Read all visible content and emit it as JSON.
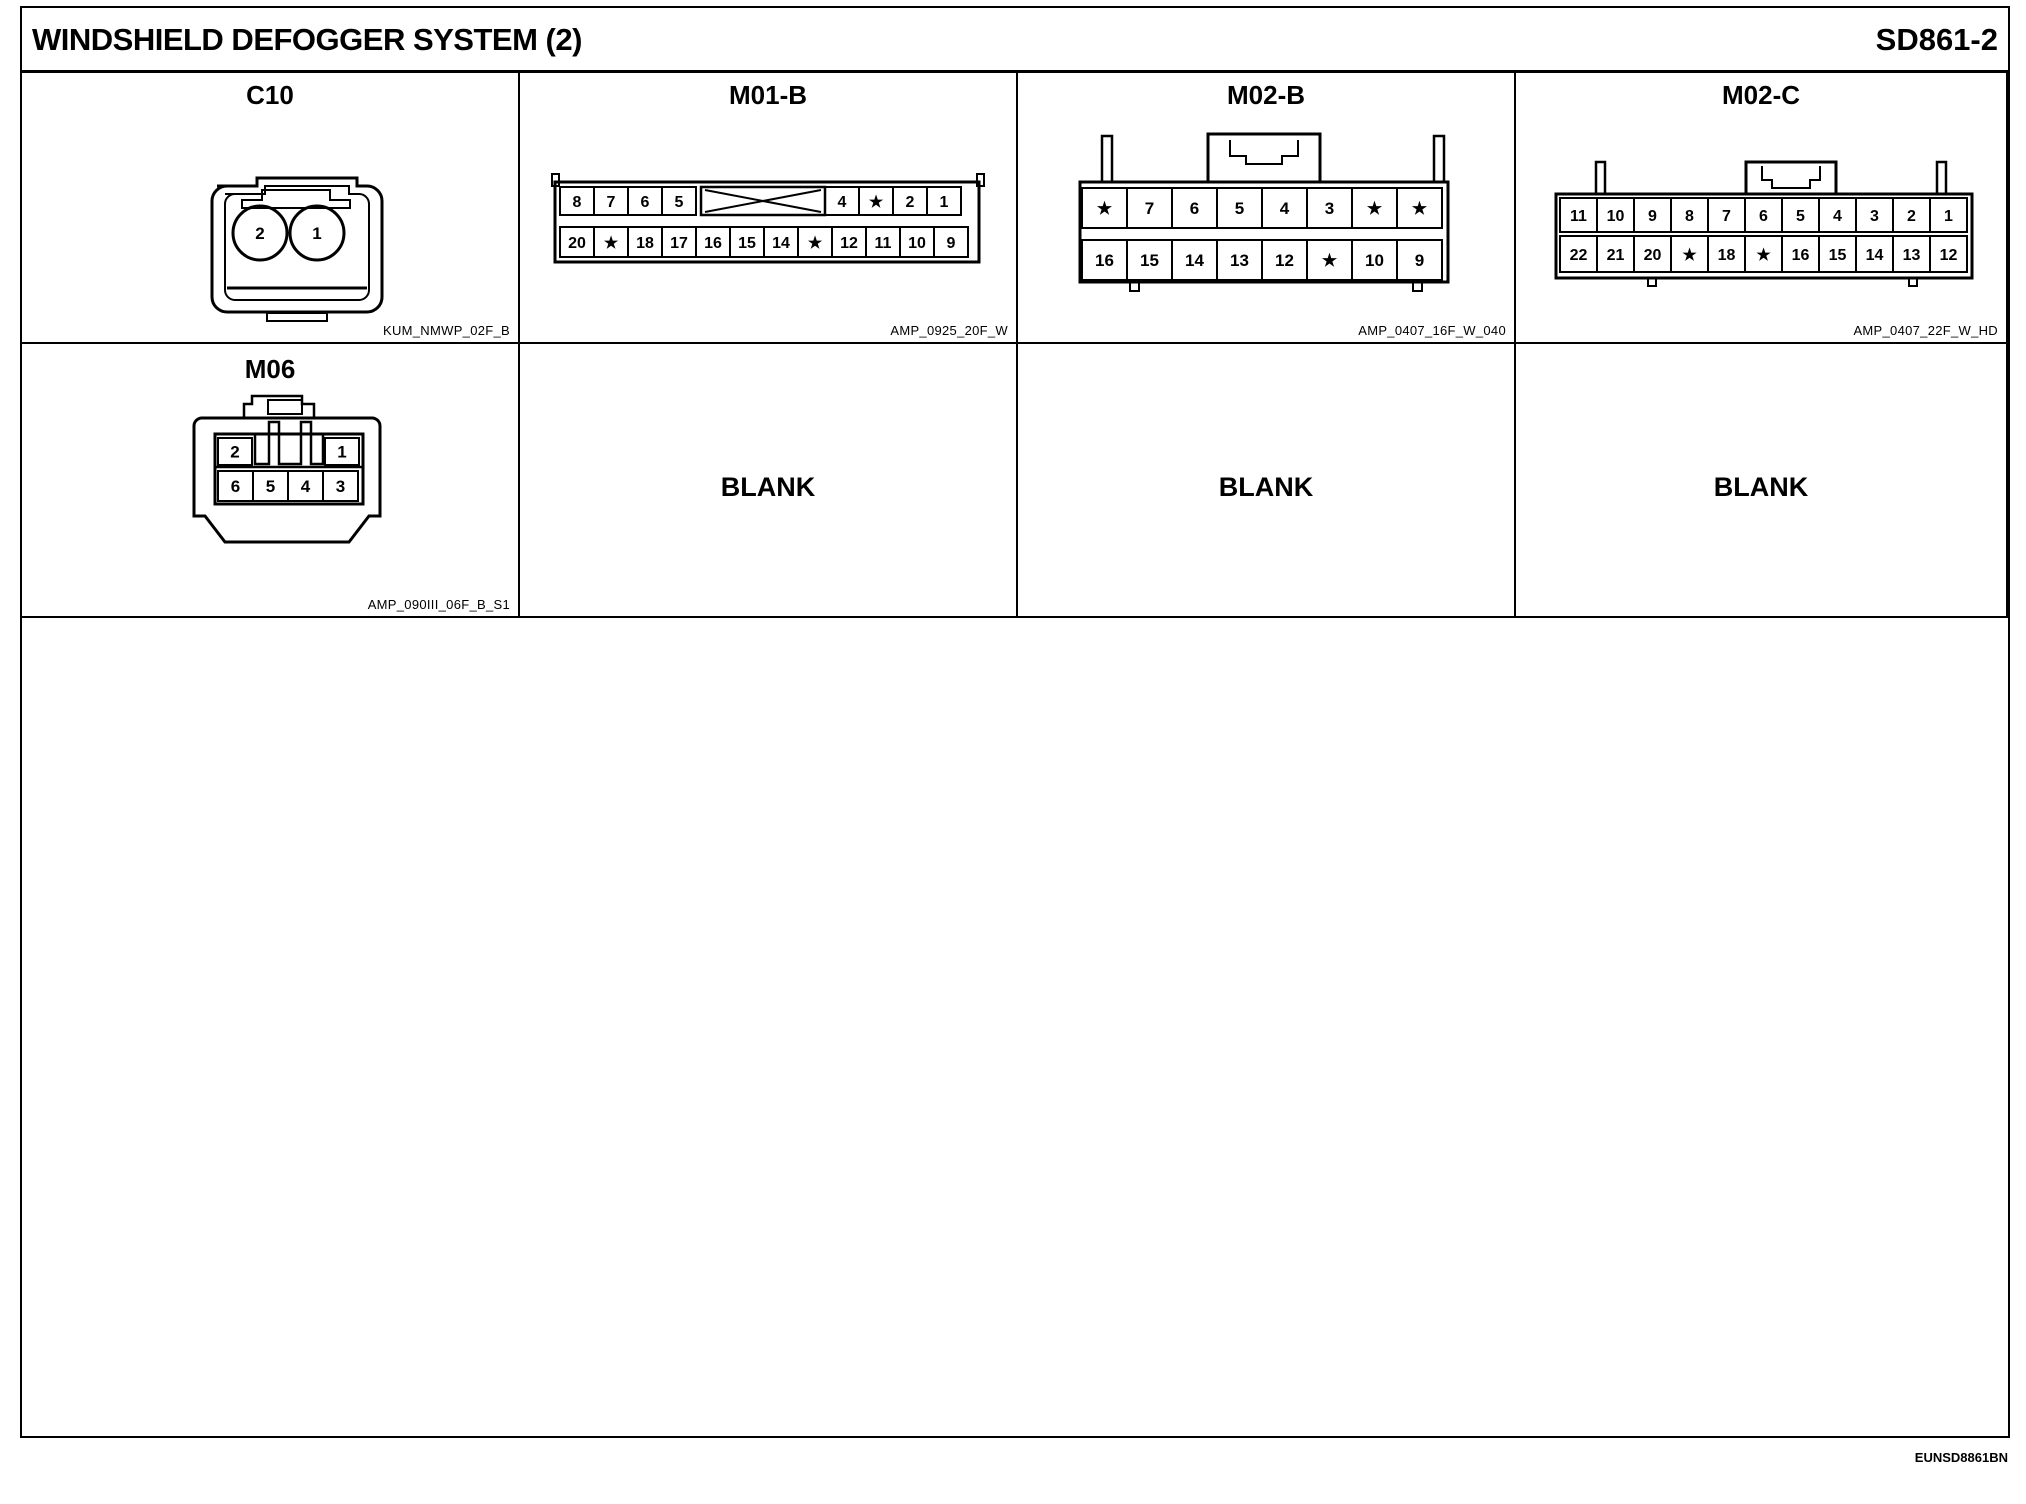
{
  "header": {
    "title": "WINDSHIELD DEFOGGER SYSTEM (2)",
    "code": "SD861-2"
  },
  "connectors": [
    {
      "name": "C10",
      "part": "KUM_NMWP_02F_B",
      "pins": [
        "2",
        "1"
      ]
    },
    {
      "name": "M01-B",
      "part": "AMP_0925_20F_W",
      "top_row": [
        "8",
        "7",
        "6",
        "5",
        "4",
        "★",
        "2",
        "1"
      ],
      "bottom_row": [
        "20",
        "★",
        "18",
        "17",
        "16",
        "15",
        "14",
        "★",
        "12",
        "11",
        "10",
        "9"
      ]
    },
    {
      "name": "M02-B",
      "part": "AMP_0407_16F_W_040",
      "top_row": [
        "★",
        "7",
        "6",
        "5",
        "4",
        "3",
        "★",
        "★"
      ],
      "bottom_row": [
        "16",
        "15",
        "14",
        "13",
        "12",
        "★",
        "10",
        "9"
      ]
    },
    {
      "name": "M02-C",
      "part": "AMP_0407_22F_W_HD",
      "top_row": [
        "11",
        "10",
        "9",
        "8",
        "7",
        "6",
        "5",
        "4",
        "3",
        "2",
        "1"
      ],
      "bottom_row": [
        "22",
        "21",
        "20",
        "★",
        "18",
        "★",
        "16",
        "15",
        "14",
        "13",
        "12"
      ]
    },
    {
      "name": "M06",
      "part": "AMP_090III_06F_B_S1",
      "top_row": [
        "2",
        "1"
      ],
      "bottom_row": [
        "6",
        "5",
        "4",
        "3"
      ]
    }
  ],
  "blanks": [
    "BLANK",
    "BLANK",
    "BLANK"
  ],
  "footer": {
    "ref": "EUNSD8861BN"
  }
}
